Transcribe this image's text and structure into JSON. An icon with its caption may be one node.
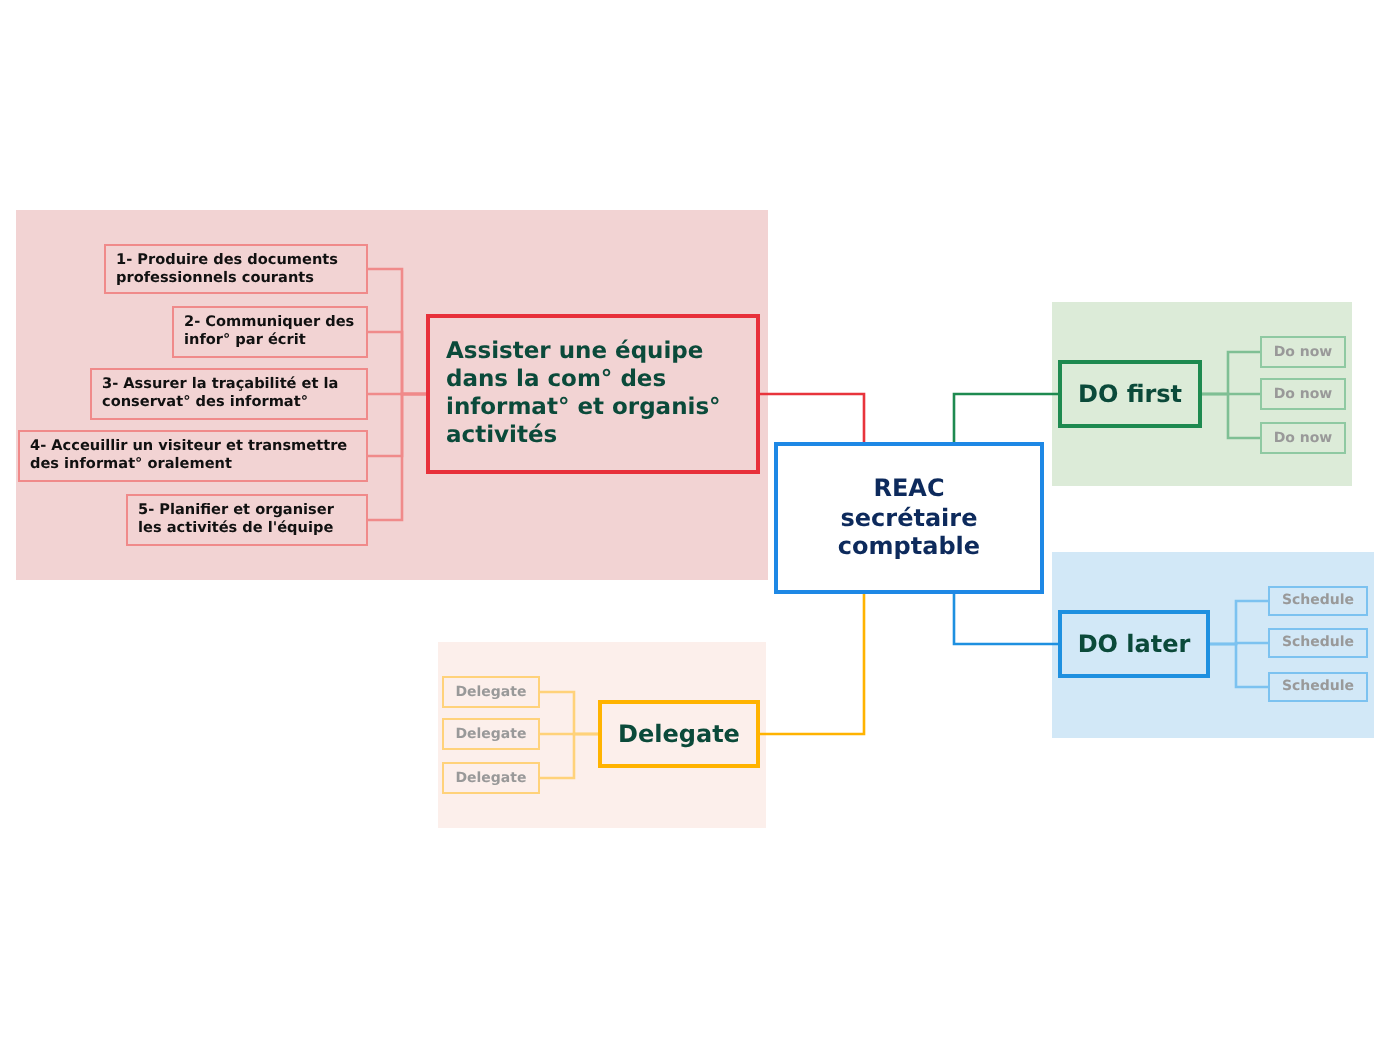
{
  "diagram": {
    "nodes": [
      {
        "text": [
          "REAC secrétaire comptable"
        ]
      },
      {
        "text": [],
        "shape": "box"
      },
      {
        "text": [
          "Assister une équipe dans la com° des informat° et organis° activités"
        ],
        "in": 1
      },
      {
        "text": [
          "1- Produire des documents professionnels courants"
        ],
        "in": 1
      },
      {
        "text": [
          "2- Communiquer des infor° par écrit"
        ],
        "in": 1
      },
      {
        "text": [
          "3- Assurer la traçabilité et la conservat° des informat°"
        ],
        "in": 1
      },
      {
        "text": [
          "4- Acceuillir un visiteur et transmettre des informat° oralement"
        ],
        "in": 1
      },
      {
        "text": [
          "5- Planifier et organiser les activités de l'équipe"
        ],
        "in": 1
      },
      {
        "text": [],
        "shape": "box"
      },
      {
        "text": [
          "DO first"
        ],
        "in": 8
      },
      {
        "text": [
          "Do now"
        ],
        "in": 8
      },
      {
        "text": [
          "Do now"
        ],
        "in": 8
      },
      {
        "text": [
          "Do now"
        ],
        "in": 8
      },
      {
        "text": [],
        "shape": "box"
      },
      {
        "text": [
          "DO later"
        ],
        "in": 13
      },
      {
        "text": [
          "Schedule"
        ],
        "in": 13
      },
      {
        "text": [
          "Schedule"
        ],
        "in": 13
      },
      {
        "text": [
          "Schedule"
        ],
        "in": 13
      },
      {
        "text": [],
        "shape": "box"
      },
      {
        "text": [
          "Delegate"
        ],
        "in": 18
      },
      {
        "text": [
          "Delegate"
        ],
        "in": 18
      },
      {
        "text": [
          "Delegate"
        ],
        "in": 18
      },
      {
        "text": [
          "Delegate"
        ],
        "in": 18
      }
    ],
    "edges": [
      {
        "from": 0,
        "to": 2,
        "arrow": "none",
        "color": "#e8343c"
      },
      {
        "from": 2,
        "to": 3,
        "arrow": "none",
        "color": "#f08a8a"
      },
      {
        "from": 2,
        "to": 4,
        "arrow": "none",
        "color": "#f08a8a"
      },
      {
        "from": 2,
        "to": 5,
        "arrow": "none",
        "color": "#f08a8a"
      },
      {
        "from": 2,
        "to": 6,
        "arrow": "none",
        "color": "#f08a8a"
      },
      {
        "from": 2,
        "to": 7,
        "arrow": "none",
        "color": "#f08a8a"
      },
      {
        "from": 0,
        "to": 9,
        "arrow": "none",
        "color": "#1e8a50"
      },
      {
        "from": 9,
        "to": 10,
        "arrow": "none",
        "color": "#7fbf94"
      },
      {
        "from": 9,
        "to": 11,
        "arrow": "none",
        "color": "#7fbf94"
      },
      {
        "from": 9,
        "to": 12,
        "arrow": "none",
        "color": "#7fbf94"
      },
      {
        "from": 0,
        "to": 14,
        "arrow": "none",
        "color": "#1e90e0"
      },
      {
        "from": 14,
        "to": 15,
        "arrow": "none",
        "color": "#7cc2f0"
      },
      {
        "from": 14,
        "to": 16,
        "arrow": "none",
        "color": "#7cc2f0"
      },
      {
        "from": 14,
        "to": 17,
        "arrow": "none",
        "color": "#7cc2f0"
      },
      {
        "from": 0,
        "to": 19,
        "arrow": "none",
        "color": "#ffb300"
      },
      {
        "from": 19,
        "to": 20,
        "arrow": "none",
        "color": "#ffd27a"
      },
      {
        "from": 19,
        "to": 21,
        "arrow": "none",
        "color": "#ffd27a"
      },
      {
        "from": 19,
        "to": 22,
        "arrow": "none",
        "color": "#ffd27a"
      }
    ]
  }
}
